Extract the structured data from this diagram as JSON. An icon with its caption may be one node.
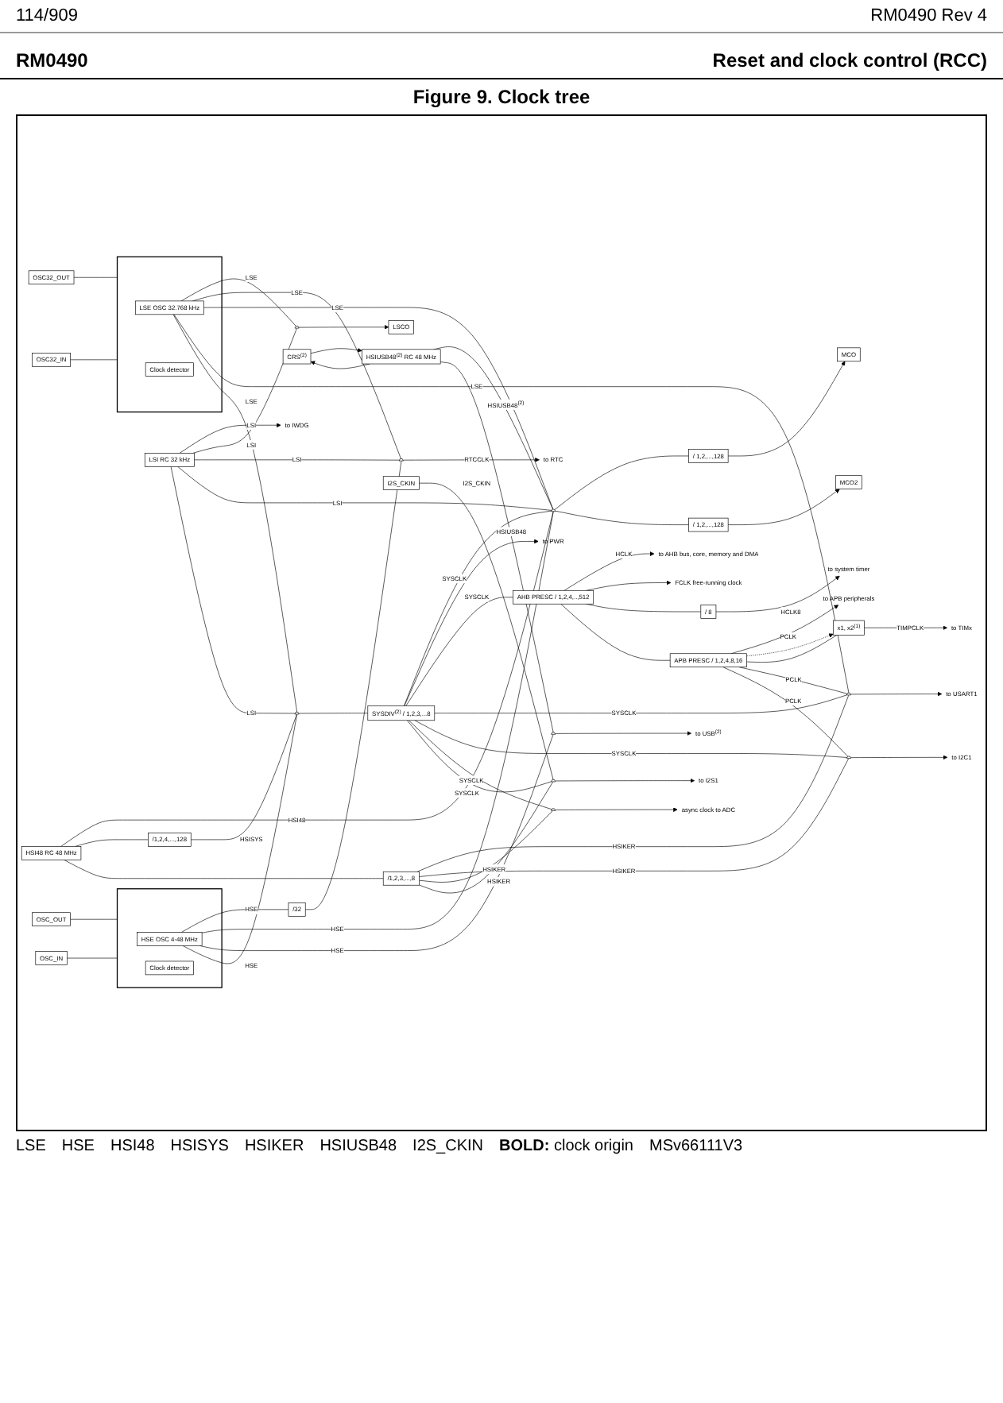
{
  "diagram": {
    "title": "Figure 9. Clock tree",
    "nodes": [
      {
        "text": [
          "LSI RC 32 kHz"
        ]
      },
      {
        "text": [
          "LSCO"
        ]
      },
      {
        "text": [],
        "shape": "trapezoid"
      },
      {
        "text": [],
        "shape": "trapezoid"
      },
      {
        "text": [
          "/32"
        ]
      },
      {
        "text": [
          "OSC32_OUT"
        ]
      },
      {
        "text": [
          "OSC32_IN"
        ]
      },
      {
        "text": [],
        "shape": "box"
      },
      {
        "text": [
          "LSE OSC 32.768 kHz"
        ],
        "in": 7
      },
      {
        "text": [
          "Clock detector"
        ],
        "in": 7
      },
      {
        "text": [
          "MCO"
        ]
      },
      {
        "text": [
          "MCO2"
        ]
      },
      {
        "text": [
          "/ 1,2,...,128"
        ]
      },
      {
        "text": [
          "/ 1,2,...,128"
        ]
      },
      {
        "text": [],
        "shape": "trapezoid"
      },
      {
        "text": [
          "AHB PRESC / 1,2,4,..,512"
        ]
      },
      {
        "text": [
          "/ 8"
        ]
      },
      {
        "text": [
          "APB PRESC / 1,2,4,8,16"
        ]
      },
      {
        "text": [
          "x1, x2$^{(1)}$"
        ]
      },
      {
        "text": [
          "OSC_OUT"
        ]
      },
      {
        "text": [
          "OSC_IN"
        ]
      },
      {
        "text": [],
        "shape": "box"
      },
      {
        "text": [
          "HSE OSC 4-48 MHz"
        ],
        "in": 21
      },
      {
        "text": [
          "Clock detector"
        ],
        "in": 21
      },
      {
        "text": [],
        "shape": "trapezoid"
      },
      {
        "text": [
          "SYSDIV$^{(2)}$ / 1,2,3,...8"
        ]
      },
      {
        "text": [
          "HSI48 RC 48 MHz"
        ]
      },
      {
        "text": [
          "/1,2,4,...,128"
        ]
      },
      {
        "text": [
          "/1,2,3,...,8"
        ]
      },
      {
        "text": [
          "CRS$^{(2)}$"
        ]
      },
      {
        "text": [
          "HSIUSB48$^{(2)}$ RC 48 MHz"
        ]
      },
      {
        "text": [
          "I2S_CKIN"
        ]
      },
      {
        "text": [],
        "shape": "trapezoid"
      },
      {
        "text": [],
        "shape": "trapezoid"
      },
      {
        "text": [],
        "shape": "trapezoid"
      },
      {
        "text": [],
        "shape": "trapezoid"
      },
      {
        "text": [],
        "shape": "trapezoid"
      },
      {
        "text": [
          "to IWDG"
        ]
      },
      {
        "text": [
          "to RTC"
        ]
      },
      {
        "text": [
          "to PWR"
        ]
      },
      {
        "text": [
          "to AHB bus, core, memory and DMA"
        ]
      },
      {
        "text": [
          "FCLK free-running clock"
        ]
      },
      {
        "text": [
          "to system timer"
        ]
      },
      {
        "text": [
          "to APB peripherals"
        ]
      },
      {
        "text": [
          "to TIMx"
        ]
      },
      {
        "text": [
          "to USART1"
        ]
      },
      {
        "text": [
          "to I2C1"
        ]
      },
      {
        "text": [
          "async clock to ADC"
        ]
      },
      {
        "text": [
          "to I2S1"
        ]
      },
      {
        "text": [
          "to USB$^{(2)}$"
        ]
      }
    ],
    "edges": [
      {
        "from": 0,
        "to": 37,
        "arrow": "to",
        "label": "LSI"
      },
      {
        "from": 0,
        "to": 2,
        "arrow": "none",
        "label": "LSI"
      },
      {
        "from": 0,
        "to": 3,
        "arrow": "none",
        "label": "LSI"
      },
      {
        "from": 2,
        "to": 1,
        "arrow": "to"
      },
      {
        "from": 8,
        "to": 2,
        "arrow": "none",
        "label": "LSE"
      },
      {
        "from": 8,
        "to": 3,
        "arrow": "none",
        "label": "LSE"
      },
      {
        "from": 22,
        "to": 4,
        "arrow": "none",
        "label": "HSE"
      },
      {
        "from": 4,
        "to": 3,
        "arrow": "none"
      },
      {
        "from": 3,
        "to": 38,
        "arrow": "to",
        "label": "RTCCLK"
      },
      {
        "from": 5,
        "to": 7,
        "arrow": "none"
      },
      {
        "from": 6,
        "to": 7,
        "arrow": "none"
      },
      {
        "from": 8,
        "to": 14,
        "arrow": "none",
        "label": "LSE"
      },
      {
        "from": 0,
        "to": 14,
        "arrow": "none",
        "label": "LSI"
      },
      {
        "from": 25,
        "to": 14,
        "arrow": "none",
        "label": "SYSCLK"
      },
      {
        "from": 22,
        "to": 14,
        "arrow": "none",
        "label": "HSE"
      },
      {
        "from": 26,
        "to": 14,
        "arrow": "none",
        "label": "HSI48"
      },
      {
        "from": 30,
        "to": 14,
        "arrow": "none",
        "label": "HSIUSB48$^{(2)}$"
      },
      {
        "from": 14,
        "to": 12,
        "arrow": "none"
      },
      {
        "from": 14,
        "to": 13,
        "arrow": "none"
      },
      {
        "from": 12,
        "to": 10,
        "arrow": "to"
      },
      {
        "from": 13,
        "to": 11,
        "arrow": "to"
      },
      {
        "from": 25,
        "to": 39,
        "arrow": "to"
      },
      {
        "from": 25,
        "to": 15,
        "arrow": "none",
        "label": "SYSCLK"
      },
      {
        "from": 15,
        "to": 40,
        "arrow": "to",
        "label": "HCLK"
      },
      {
        "from": 15,
        "to": 41,
        "arrow": "to"
      },
      {
        "from": 15,
        "to": 16,
        "arrow": "none"
      },
      {
        "from": 16,
        "to": 42,
        "arrow": "to",
        "label": "HCLK8"
      },
      {
        "from": 15,
        "to": 17,
        "arrow": "none"
      },
      {
        "from": 17,
        "to": 43,
        "arrow": "to",
        "label": "PCLK"
      },
      {
        "from": 17,
        "to": 18,
        "arrow": "to",
        "style": "dashed"
      },
      {
        "from": 17,
        "to": 18,
        "arrow": "none"
      },
      {
        "from": 18,
        "to": 44,
        "arrow": "to",
        "label": "TIMPCLK"
      },
      {
        "from": 17,
        "to": 32,
        "arrow": "none",
        "label": "PCLK"
      },
      {
        "from": 17,
        "to": 33,
        "arrow": "none",
        "label": "PCLK"
      },
      {
        "from": 8,
        "to": 32,
        "arrow": "none",
        "label": "LSE"
      },
      {
        "from": 28,
        "to": 32,
        "arrow": "none",
        "label": "HSIKER"
      },
      {
        "from": 25,
        "to": 32,
        "arrow": "none",
        "label": "SYSCLK"
      },
      {
        "from": 28,
        "to": 33,
        "arrow": "none",
        "label": "HSIKER"
      },
      {
        "from": 25,
        "to": 33,
        "arrow": "none",
        "label": "SYSCLK"
      },
      {
        "from": 32,
        "to": 45,
        "arrow": "to"
      },
      {
        "from": 33,
        "to": 46,
        "arrow": "to"
      },
      {
        "from": 25,
        "to": 34,
        "arrow": "none",
        "label": "SYSCLK"
      },
      {
        "from": 28,
        "to": 34,
        "arrow": "none",
        "label": "HSIKER"
      },
      {
        "from": 34,
        "to": 47,
        "arrow": "to"
      },
      {
        "from": 25,
        "to": 35,
        "arrow": "none",
        "label": "SYSCLK"
      },
      {
        "from": 28,
        "to": 35,
        "arrow": "none",
        "label": "HSIKER"
      },
      {
        "from": 31,
        "to": 35,
        "arrow": "none",
        "label": "I2S_CKIN"
      },
      {
        "from": 35,
        "to": 48,
        "arrow": "to"
      },
      {
        "from": 30,
        "to": 36,
        "arrow": "none",
        "label": "HSIUSB48"
      },
      {
        "from": 22,
        "to": 36,
        "arrow": "none",
        "label": "HSE"
      },
      {
        "from": 36,
        "to": 49,
        "arrow": "to"
      },
      {
        "from": 8,
        "to": 24,
        "arrow": "none",
        "label": "LSE"
      },
      {
        "from": 0,
        "to": 24,
        "arrow": "none",
        "label": "LSI"
      },
      {
        "from": 22,
        "to": 24,
        "arrow": "none",
        "label": "HSE"
      },
      {
        "from": 27,
        "to": 24,
        "arrow": "none",
        "label": "HSISYS"
      },
      {
        "from": 24,
        "to": 25,
        "arrow": "none"
      },
      {
        "from": 26,
        "to": 27,
        "arrow": "none"
      },
      {
        "from": 26,
        "to": 28,
        "arrow": "none"
      },
      {
        "from": 29,
        "to": 30,
        "arrow": "to"
      },
      {
        "from": 30,
        "to": 29,
        "arrow": "to"
      },
      {
        "from": 19,
        "to": 21,
        "arrow": "none"
      },
      {
        "from": 20,
        "to": 21,
        "arrow": "none"
      }
    ],
    "labels": [
      "114/909",
      "RM0490 Rev 4",
      "RM0490",
      "Reset and clock control (RCC)",
      "LSE",
      "HSE",
      "HSI48",
      "HSISYS",
      "HSIKER",
      "HSIUSB48",
      "I2S_CKIN",
      "**BOLD:** clock origin",
      "MSv66111V3"
    ]
  }
}
